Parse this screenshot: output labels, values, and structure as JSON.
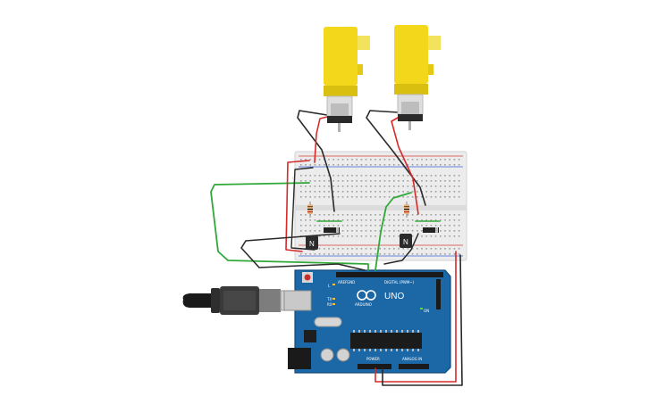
{
  "colors": {
    "board": "#1c68a6",
    "board_dark": "#134c7c",
    "breadboard": "#ececec",
    "motor_yellow": "#f2d71b",
    "motor_shadow": "#d9bf0f",
    "wire_red": "#d62a2a",
    "wire_black": "#2a2a2a",
    "wire_green": "#31a93a",
    "transistor": "#2b2b2b"
  },
  "arduino": {
    "brand": "UNO",
    "maker": "ARDUINO",
    "digital_header": "DIGITAL (PWM~)",
    "power_header": "POWER",
    "analog_header": "ANALOG IN",
    "labels": {
      "tx": "TX",
      "rx": "RX",
      "l": "L",
      "on": "ON",
      "aref": "AREF",
      "gnd": "GND"
    }
  },
  "transistors": [
    {
      "label": "N"
    },
    {
      "label": "N"
    }
  ],
  "icons": [
    "usb-cable-icon",
    "dc-motor-icon",
    "resistor-icon",
    "diode-icon",
    "transistor-icon",
    "arduino-logo-icon"
  ]
}
